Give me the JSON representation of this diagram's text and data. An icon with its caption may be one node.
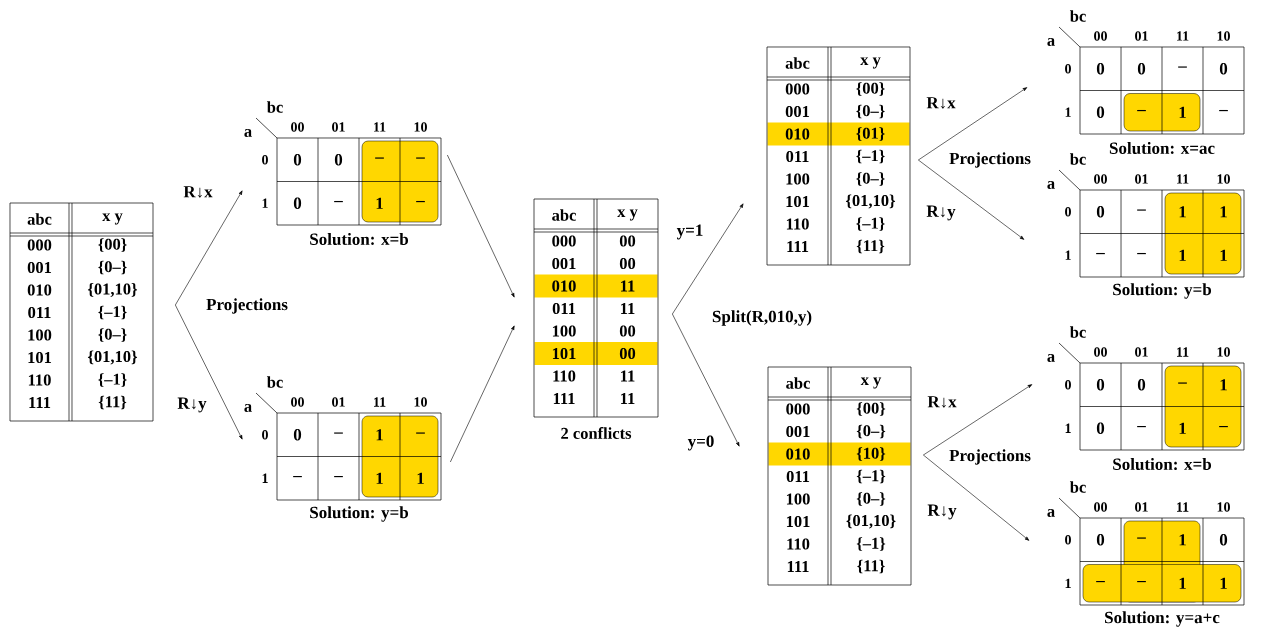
{
  "diagram": {
    "nodes": [
      {
        "text": [
          "abc",
          "x y",
          "000",
          "{00}",
          "001",
          "{0–}",
          "010",
          "{01,10}",
          "011",
          "{–1}",
          "100",
          "{0–}",
          "101",
          "{01,10}",
          "110",
          "{–1}",
          "111",
          "{11}"
        ]
      },
      {
        "text": [
          "bc",
          "a",
          "00",
          "01",
          "11",
          "10",
          "0",
          "0",
          "0",
          "–",
          "–",
          "1",
          "0",
          "–",
          "1",
          "–"
        ],
        "beside": [
          "Solution: x=b"
        ]
      },
      {
        "text": [
          "bc",
          "a",
          "00",
          "01",
          "11",
          "10",
          "0",
          "0",
          "–",
          "1",
          "–",
          "1",
          "–",
          "–",
          "1",
          "1"
        ],
        "beside": [
          "Solution: y=b"
        ]
      },
      {
        "text": [
          "abc",
          "x y",
          "000",
          "00",
          "001",
          "00",
          "010",
          "11",
          "011",
          "11",
          "100",
          "00",
          "101",
          "00",
          "110",
          "11",
          "111",
          "11"
        ],
        "beside": [
          "2 conflicts"
        ]
      },
      {
        "text": [
          "abc",
          "x y",
          "000",
          "{00}",
          "001",
          "{0–}",
          "010",
          "{01}",
          "011",
          "{–1}",
          "100",
          "{0–}",
          "101",
          "{01,10}",
          "110",
          "{–1}",
          "111",
          "{11}"
        ]
      },
      {
        "text": [
          "abc",
          "x y",
          "000",
          "{00}",
          "001",
          "{0–}",
          "010",
          "{10}",
          "011",
          "{–1}",
          "100",
          "{0–}",
          "101",
          "{01,10}",
          "110",
          "{–1}",
          "111",
          "{11}"
        ]
      },
      {
        "text": [
          "bc",
          "a",
          "00",
          "01",
          "11",
          "10",
          "0",
          "0",
          "0",
          "–",
          "0",
          "1",
          "0",
          "–",
          "1",
          "–"
        ],
        "beside": [
          "Solution: x=ac"
        ]
      },
      {
        "text": [
          "bc",
          "a",
          "00",
          "01",
          "11",
          "10",
          "0",
          "0",
          "–",
          "1",
          "1",
          "1",
          "–",
          "–",
          "1",
          "1"
        ],
        "beside": [
          "Solution: y=b"
        ]
      },
      {
        "text": [
          "bc",
          "a",
          "00",
          "01",
          "11",
          "10",
          "0",
          "0",
          "0",
          "–",
          "1",
          "1",
          "0",
          "–",
          "1",
          "–"
        ],
        "beside": [
          "Solution: x=b"
        ]
      },
      {
        "text": [
          "bc",
          "a",
          "00",
          "01",
          "11",
          "10",
          "0",
          "0",
          "–",
          "1",
          "0",
          "1",
          "–",
          "–",
          "1",
          "1"
        ],
        "beside": [
          "Solution: y=a+c"
        ]
      }
    ],
    "edges": [
      {
        "from": 0,
        "to": 1,
        "arrow": "to",
        "label": "R↓x"
      },
      {
        "from": 0,
        "to": 2,
        "arrow": "to",
        "label": "R↓y"
      },
      {
        "from": 1,
        "to": 3,
        "arrow": "to"
      },
      {
        "from": 2,
        "to": 3,
        "arrow": "to"
      },
      {
        "from": 3,
        "to": 4,
        "arrow": "to",
        "label": "y=1"
      },
      {
        "from": 3,
        "to": 5,
        "arrow": "to",
        "label": "y=0"
      },
      {
        "from": 4,
        "to": 6,
        "arrow": "to",
        "label": "R↓x"
      },
      {
        "from": 4,
        "to": 7,
        "arrow": "to",
        "label": "R↓y"
      },
      {
        "from": 5,
        "to": 8,
        "arrow": "to",
        "label": "R↓x"
      },
      {
        "from": 5,
        "to": 9,
        "arrow": "to",
        "label": "R↓y"
      }
    ],
    "labels": [
      "Projections",
      "Projections",
      "Split(R,010,y)",
      "Projections"
    ]
  }
}
